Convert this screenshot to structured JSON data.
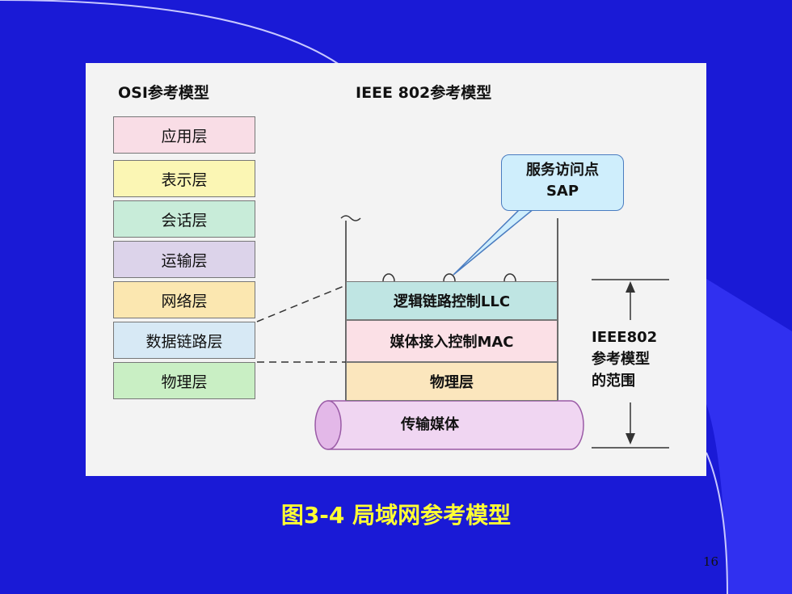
{
  "osi_model": {
    "title": "OSI参考模型",
    "layers": [
      {
        "name": "应用层",
        "color": "#f9dde6"
      },
      {
        "name": "表示层",
        "color": "#fbf6b4"
      },
      {
        "name": "会话层",
        "color": "#c8ecd9"
      },
      {
        "name": "运输层",
        "color": "#dcd3ea"
      },
      {
        "name": "网络层",
        "color": "#fbe7b0"
      },
      {
        "name": "数据链路层",
        "color": "#d7e9f5"
      },
      {
        "name": "物理层",
        "color": "#c9efc4"
      }
    ]
  },
  "ieee_model": {
    "title": "IEEE 802参考模型",
    "layers": [
      {
        "name": "逻辑链路控制LLC",
        "color": "#bfe5e3"
      },
      {
        "name": "媒体接入控制MAC",
        "color": "#fbe0e6"
      },
      {
        "name": "物理层",
        "color": "#fbe6bd"
      }
    ]
  },
  "callout": {
    "line1": "服务访问点",
    "line2": "SAP"
  },
  "scope": {
    "line1": "IEEE802",
    "line2": "参考模型",
    "line3": "的范围"
  },
  "medium": {
    "label": "传输媒体"
  },
  "caption": "图3-4 局域网参考模型",
  "page_number": "16"
}
